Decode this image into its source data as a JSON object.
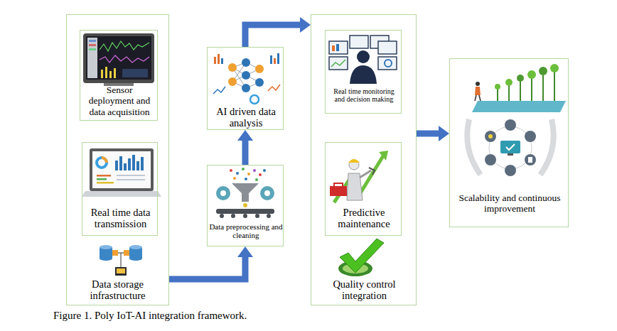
{
  "diagram": {
    "caption": "Figure 1. Poly IoT-AI integration framework.",
    "nodes": [
      {
        "text": [
          "Data storage infrastructure"
        ]
      },
      {
        "text": [
          "Sensor deployment and data acquisition"
        ],
        "in": 0
      },
      {
        "text": [
          "Real time data transmission"
        ],
        "in": 0
      },
      {
        "text": [
          "AI driven data analysis"
        ]
      },
      {
        "text": [
          "Data preprocessing and cleaning"
        ]
      },
      {
        "text": [
          "Quality control integration"
        ]
      },
      {
        "text": [
          "Real time monitoring and decision making"
        ],
        "in": 5
      },
      {
        "text": [
          "Predictive maintenance"
        ],
        "in": 5
      },
      {
        "text": [
          "Scalability and continuous improvement"
        ]
      }
    ],
    "edges": [
      {
        "from": 0,
        "to": 4,
        "arrow": "to"
      },
      {
        "from": 4,
        "to": 3,
        "arrow": "to"
      },
      {
        "from": 3,
        "to": 5,
        "arrow": "to"
      },
      {
        "from": 5,
        "to": 8,
        "arrow": "to"
      }
    ]
  }
}
